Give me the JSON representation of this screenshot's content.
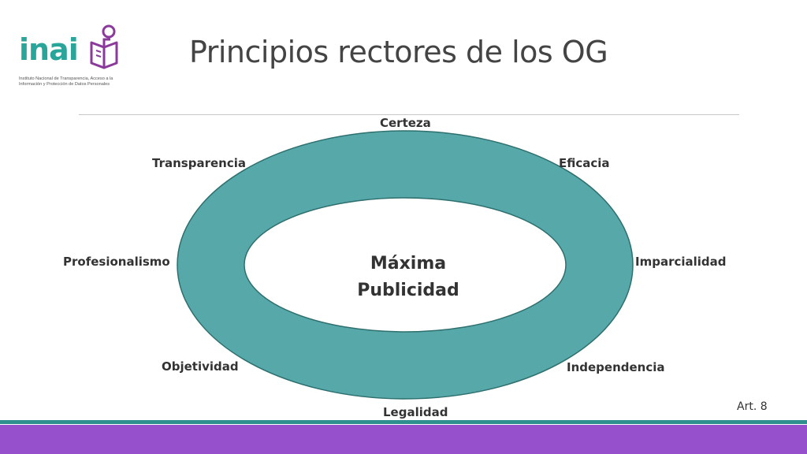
{
  "logo": {
    "wordmark": "inai",
    "subtitle": "Instituto Nacional de Transparencia, Acceso a la Información y Protección de Datos Personales",
    "wordmark_color": "#2aa59a",
    "mark_color": "#8b3a9c"
  },
  "title": "Principios rectores de los OG",
  "diagram": {
    "ring_color": "#57a9a9",
    "center": [
      "Máxima",
      "Publicidad"
    ],
    "principles": {
      "certeza": "Certeza",
      "eficacia": "Eficacia",
      "imparcialidad": "Imparcialidad",
      "independencia": "Independencia",
      "legalidad": "Legalidad",
      "objetividad": "Objetividad",
      "profesionalismo": "Profesionalismo",
      "transparencia": "Transparencia"
    }
  },
  "footer": {
    "reference": "Art. 8",
    "teal_color": "#2f8f8f",
    "purple_color": "#9650cc"
  }
}
